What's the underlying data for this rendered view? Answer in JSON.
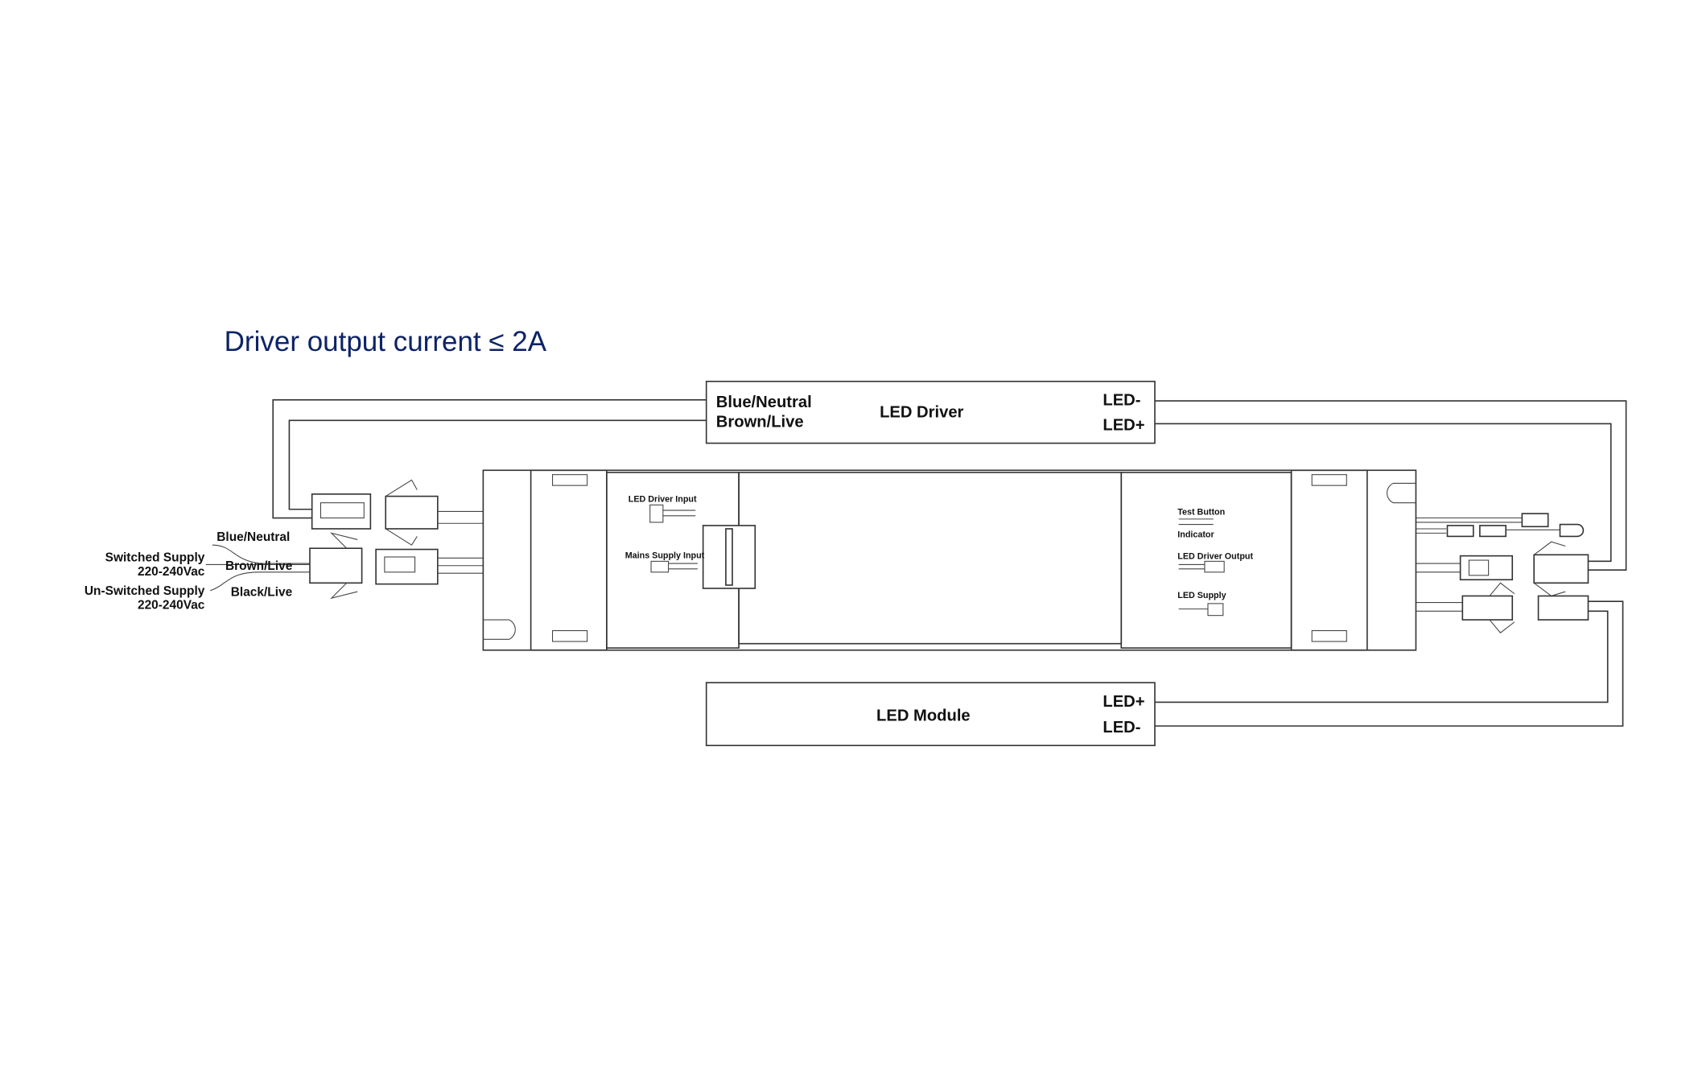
{
  "title": "Driver output current ≤ 2A",
  "led_driver_box": {
    "label": "LED Driver",
    "input_neutral": "Blue/Neutral",
    "input_live": "Brown/Live",
    "out_minus": "LED-",
    "out_plus": "LED+"
  },
  "led_module_box": {
    "label": "LED Module",
    "in_plus": "LED+",
    "in_minus": "LED-"
  },
  "supply_labels": {
    "blue_neutral": "Blue/Neutral",
    "brown_live": "Brown/Live",
    "black_live": "Black/Live",
    "switched": "Switched Supply",
    "switched_voltage": "220-240Vac",
    "unswitched": "Un-Switched Supply",
    "unswitched_voltage": "220-240Vac"
  },
  "unit_labels": {
    "led_driver_input": "LED Driver Input",
    "mains_supply_input": "Mains Supply Input",
    "test_button": "Test Button",
    "indicator": "Indicator",
    "led_driver_output": "LED Driver Output",
    "led_supply": "LED Supply"
  },
  "colors": {
    "title": "#0d2366",
    "line": "#333333"
  }
}
